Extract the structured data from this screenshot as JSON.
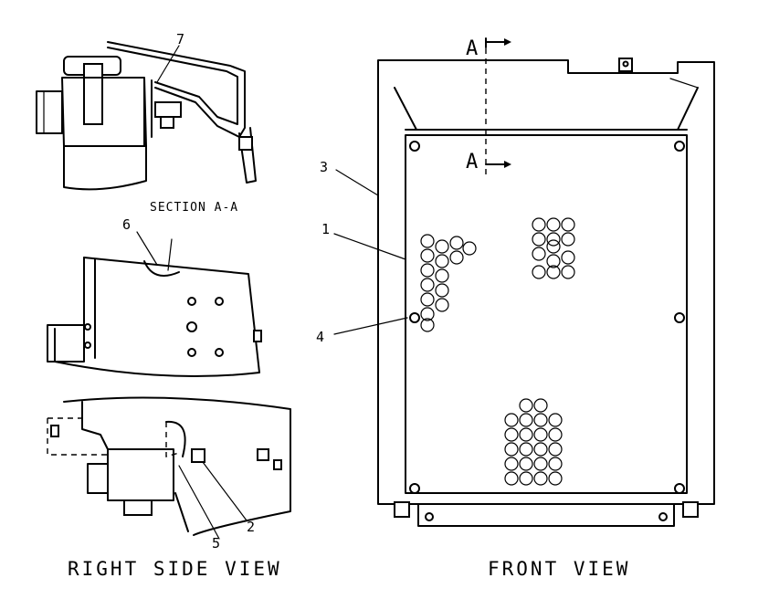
{
  "labels": {
    "section_aa": "SECTION A-A",
    "right_side_view": "RIGHT SIDE VIEW",
    "front_view": "FRONT VIEW",
    "cut_top": "A",
    "cut_bottom": "A"
  },
  "callouts": [
    "1",
    "2",
    "3",
    "4",
    "5",
    "6",
    "7"
  ]
}
